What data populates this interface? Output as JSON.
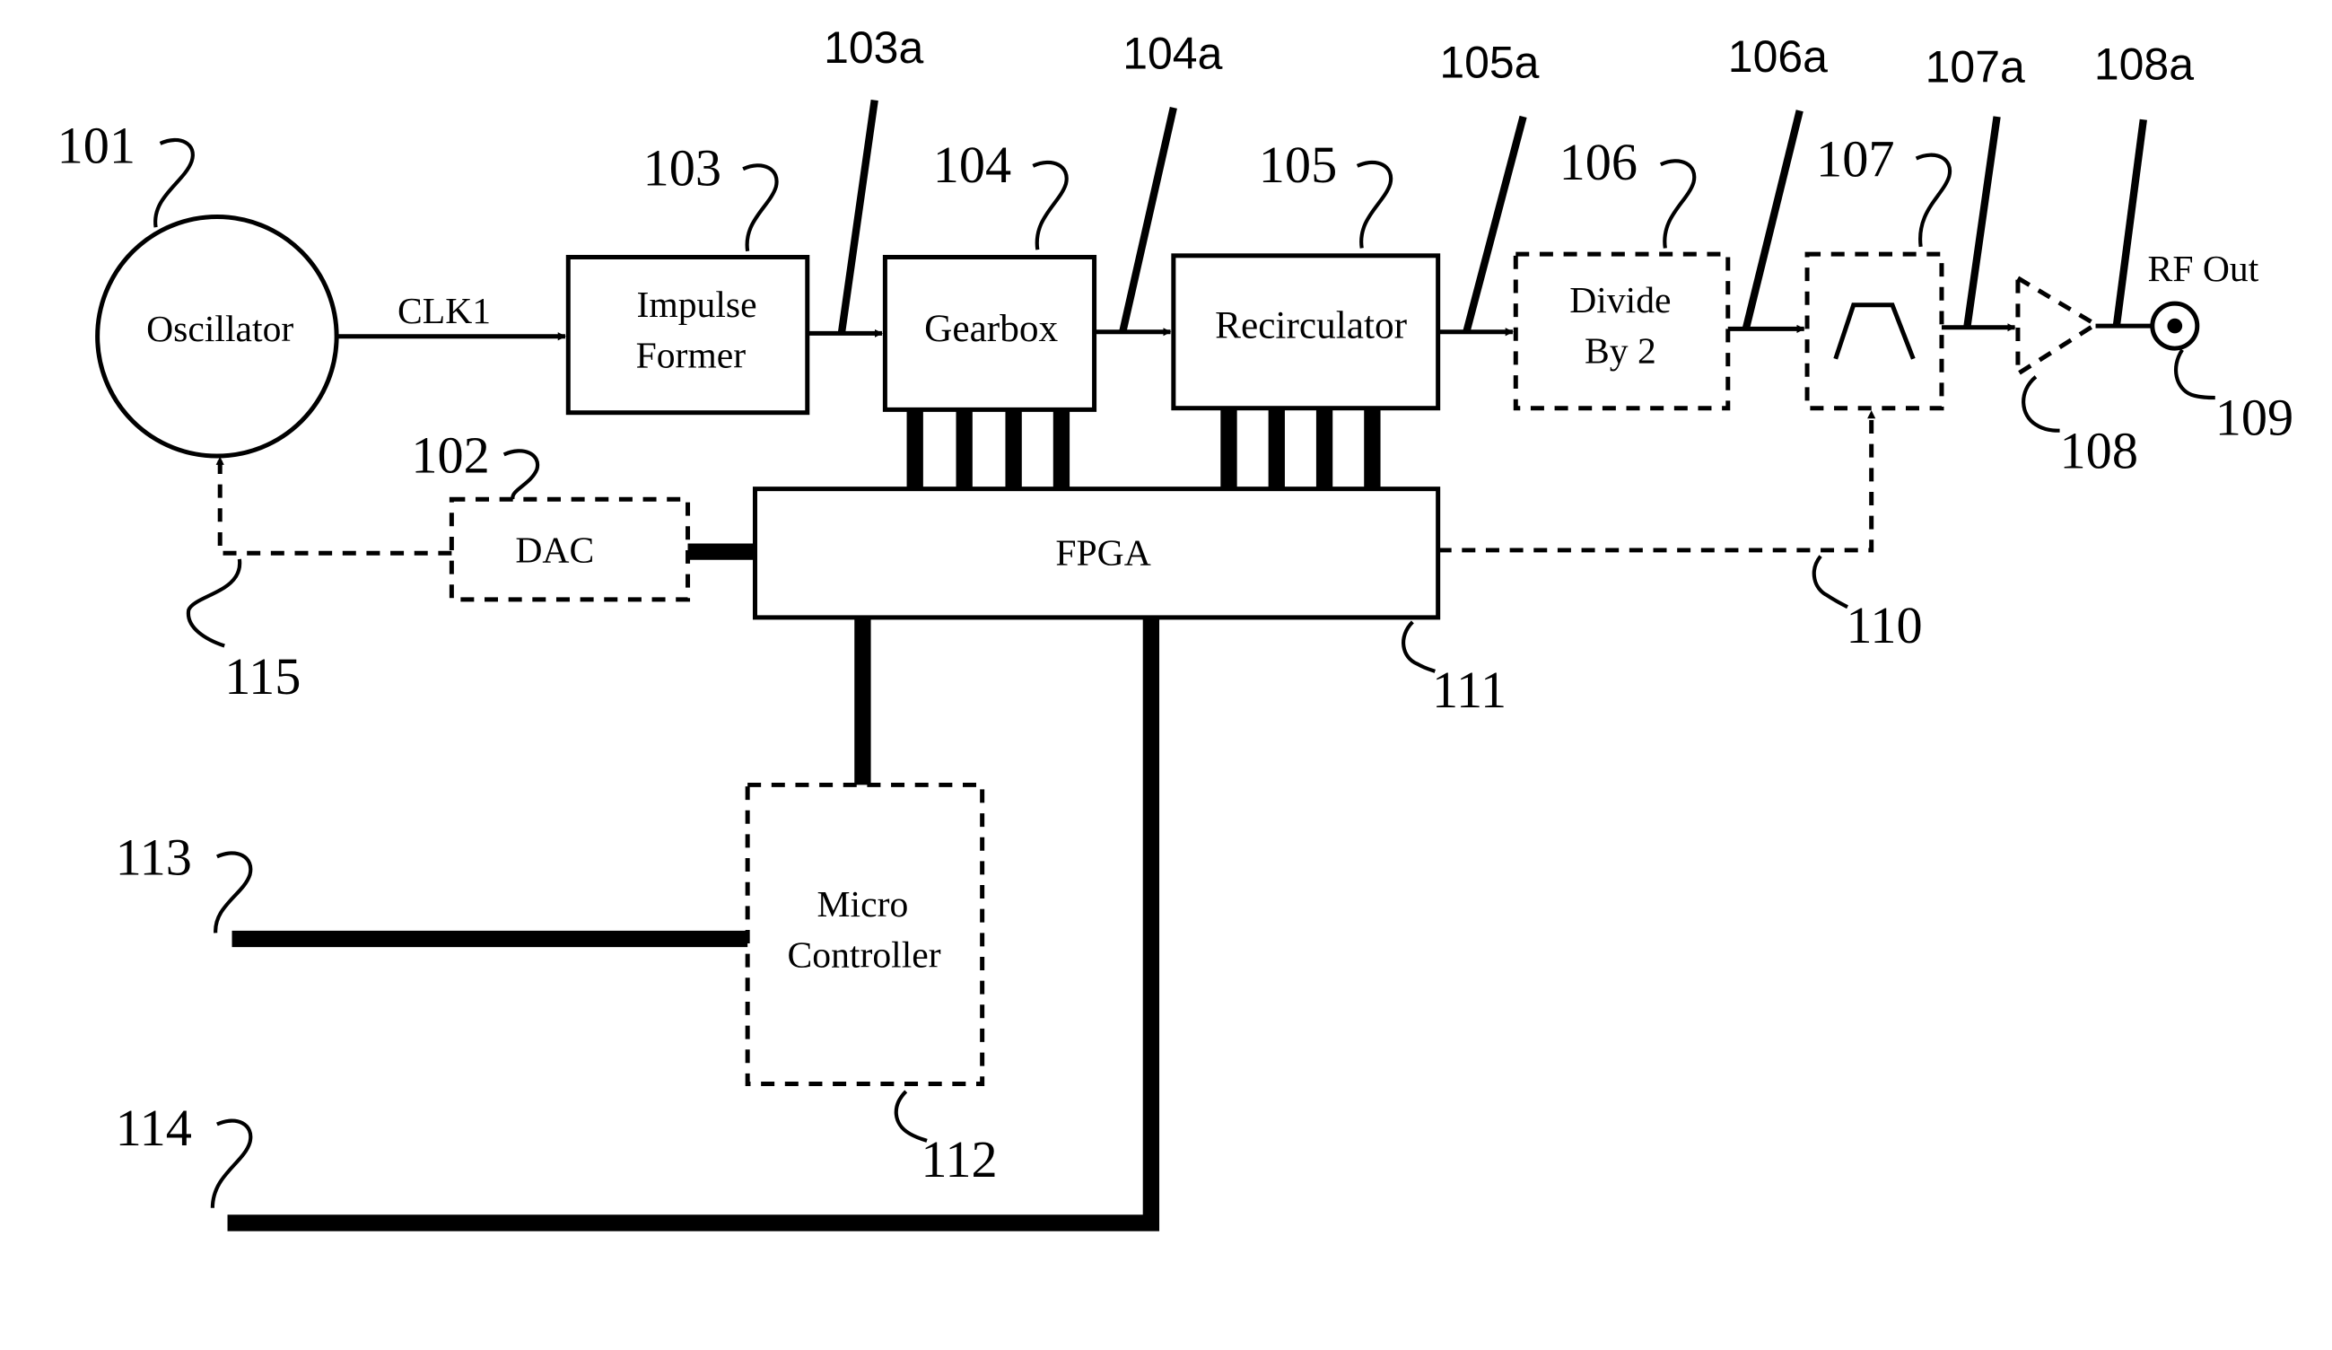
{
  "blocks": {
    "oscillator": "Oscillator",
    "impulse_former": [
      "Impulse",
      "Former"
    ],
    "gearbox": "Gearbox",
    "recirculator": "Recirculator",
    "divide_by_2": [
      "Divide",
      "By 2"
    ],
    "dac": "DAC",
    "fpga": "FPGA",
    "micro_controller": [
      "Micro",
      "Controller"
    ]
  },
  "signals": {
    "clk1": "CLK1",
    "rf_out": "RF Out"
  },
  "refs": {
    "r101": "101",
    "r102": "102",
    "r103": "103",
    "r104": "104",
    "r105": "105",
    "r106": "106",
    "r107": "107",
    "r108": "108",
    "r109": "109",
    "r110": "110",
    "r111": "111",
    "r112": "112",
    "r113": "113",
    "r114": "114",
    "r115": "115",
    "r103a": "103a",
    "r104a": "104a",
    "r105a": "105a",
    "r106a": "106a",
    "r107a": "107a",
    "r108a": "108a"
  },
  "icons": {
    "filter": "bandpass-filter-icon",
    "amplifier": "amplifier-triangle-icon",
    "connector": "coaxial-connector-icon"
  }
}
